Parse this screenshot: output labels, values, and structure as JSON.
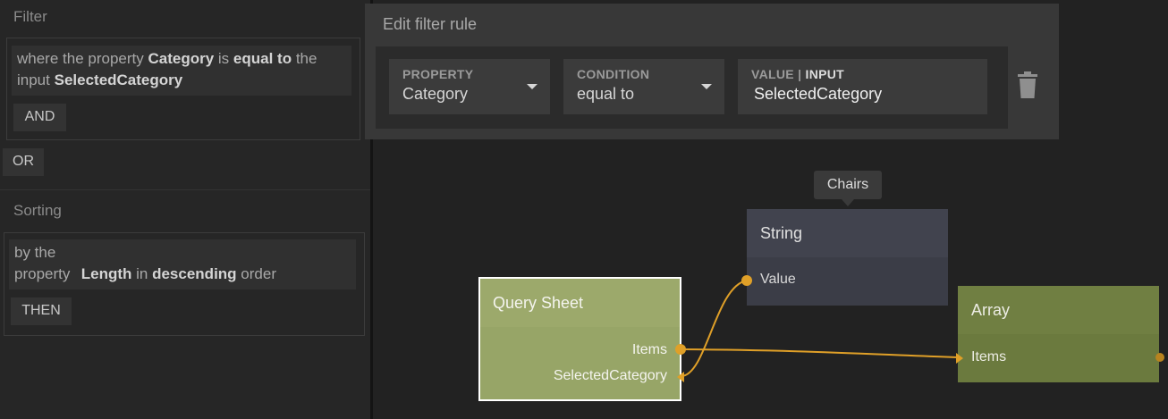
{
  "left_panel": {
    "filter_title": "Filter",
    "filter_rule": {
      "where_the_property": "where the property",
      "property": "Category",
      "is": "is",
      "condition": "equal to",
      "the_input": "the input",
      "input": "SelectedCategory"
    },
    "and_label": "AND",
    "or_label": "OR",
    "sorting_title": "Sorting",
    "sort_rule": {
      "by_the_property": "by the property",
      "property": "Length",
      "in": "in",
      "direction": "descending",
      "order": "order"
    },
    "then_label": "THEN"
  },
  "popup": {
    "title": "Edit filter rule",
    "property_label": "PROPERTY",
    "property_value": "Category",
    "condition_label": "CONDITION",
    "condition_value": "equal to",
    "value_label_prefix": "VALUE |",
    "value_label_mode": "INPUT",
    "value_value": "SelectedCategory",
    "delete_icon": "trash-icon"
  },
  "graph": {
    "tooltip": "Chairs",
    "string_node": {
      "title": "String",
      "port_value": "Value"
    },
    "query_node": {
      "title": "Query Sheet",
      "port_items": "Items",
      "port_selected": "SelectedCategory"
    },
    "array_node": {
      "title": "Array",
      "port_items": "Items"
    }
  },
  "colors": {
    "wire": "#e0a028",
    "query_node": "#97a567",
    "array_node": "#6b7a3e",
    "string_node": "#3b3d47"
  }
}
